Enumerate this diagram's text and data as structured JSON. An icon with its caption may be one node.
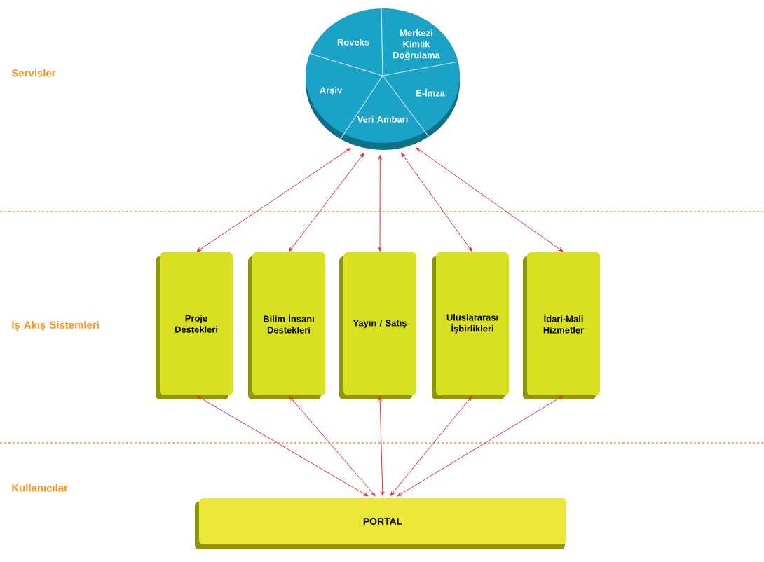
{
  "diagram": {
    "nodes": [
      {
        "text": [
          "Roveks",
          "Merkezi Kimlik Doğrulama",
          "E-İmza",
          "Veri Ambarı",
          "Arşiv"
        ]
      },
      {
        "text": [
          "Proje Destekleri"
        ]
      },
      {
        "text": [
          "Bilim İnsanı Destekleri"
        ]
      },
      {
        "text": [
          "Yayın / Satış"
        ]
      },
      {
        "text": [
          "Uluslararası İşbirlikleri"
        ]
      },
      {
        "text": [
          "İdari-Mali Hizmetler"
        ]
      },
      {
        "text": [
          "PORTAL"
        ]
      }
    ],
    "edges": [
      {
        "from": 0,
        "to": 1,
        "arrow": "both"
      },
      {
        "from": 0,
        "to": 2,
        "arrow": "both"
      },
      {
        "from": 0,
        "to": 3,
        "arrow": "both"
      },
      {
        "from": 0,
        "to": 4,
        "arrow": "both"
      },
      {
        "from": 0,
        "to": 5,
        "arrow": "both"
      },
      {
        "from": 1,
        "to": 6,
        "arrow": "both"
      },
      {
        "from": 2,
        "to": 6,
        "arrow": "both"
      },
      {
        "from": 3,
        "to": 6,
        "arrow": "both"
      },
      {
        "from": 4,
        "to": 6,
        "arrow": "both"
      },
      {
        "from": 5,
        "to": 6,
        "arrow": "both"
      }
    ],
    "labels": [
      "Servisler",
      "İş Akış Sistemleri",
      "Kullanıcılar"
    ]
  }
}
